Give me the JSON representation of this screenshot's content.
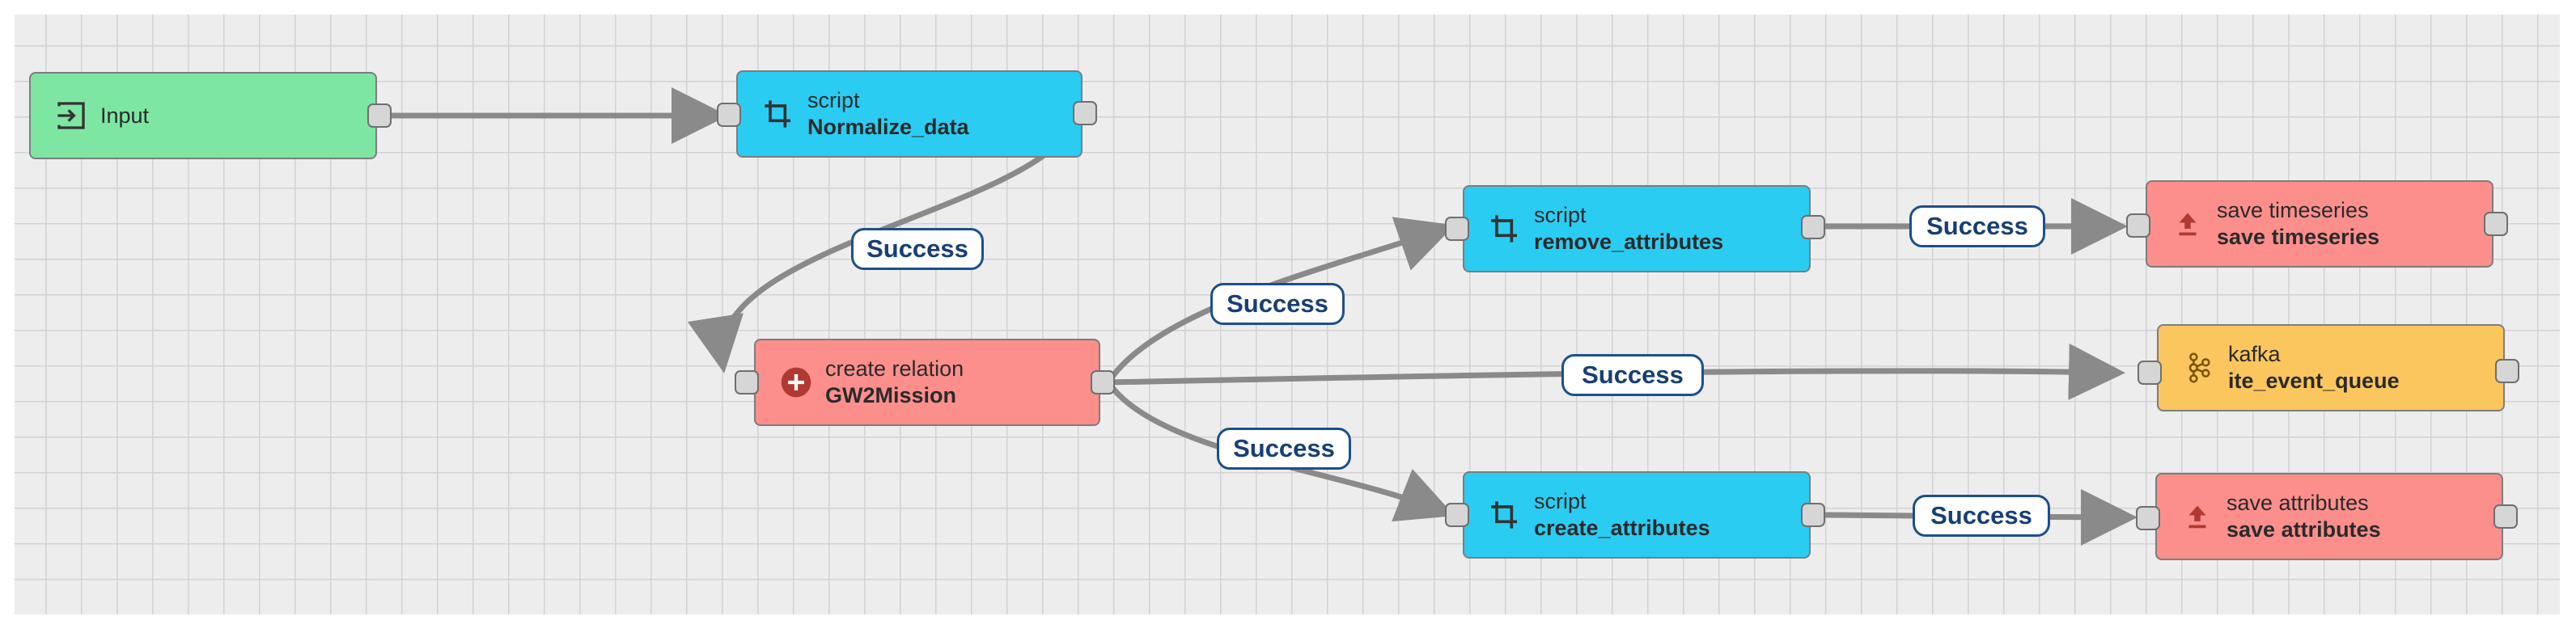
{
  "colors": {
    "input_node": "#7ee6a3",
    "script_node": "#2bccf2",
    "action_node": "#fc8f8c",
    "external_node": "#fbc65e",
    "connection": "#8a8a8a",
    "label_border": "#1d4f8c"
  },
  "nodes": {
    "input": {
      "name": "Input",
      "icon": "input-icon"
    },
    "normalize": {
      "type": "script",
      "name": "Normalize_data",
      "icon": "transform-icon"
    },
    "create_relation": {
      "type": "create relation",
      "name": "GW2Mission",
      "icon": "plus-circle-icon"
    },
    "remove_attributes": {
      "type": "script",
      "name": "remove_attributes",
      "icon": "transform-icon"
    },
    "create_attributes": {
      "type": "script",
      "name": "create_attributes",
      "icon": "transform-icon"
    },
    "save_timeseries": {
      "type": "save timeseries",
      "name": "save timeseries",
      "icon": "upload-icon"
    },
    "kafka": {
      "type": "kafka",
      "name": "ite_event_queue",
      "icon": "kafka-icon"
    },
    "save_attributes": {
      "type": "save attributes",
      "name": "save attributes",
      "icon": "upload-icon"
    }
  },
  "connections": {
    "normalize_to_relation": "Success",
    "relation_to_remove": "Success",
    "relation_to_kafka": "Success",
    "relation_to_create": "Success",
    "remove_to_timeseries": "Success",
    "create_to_attributes": "Success"
  }
}
